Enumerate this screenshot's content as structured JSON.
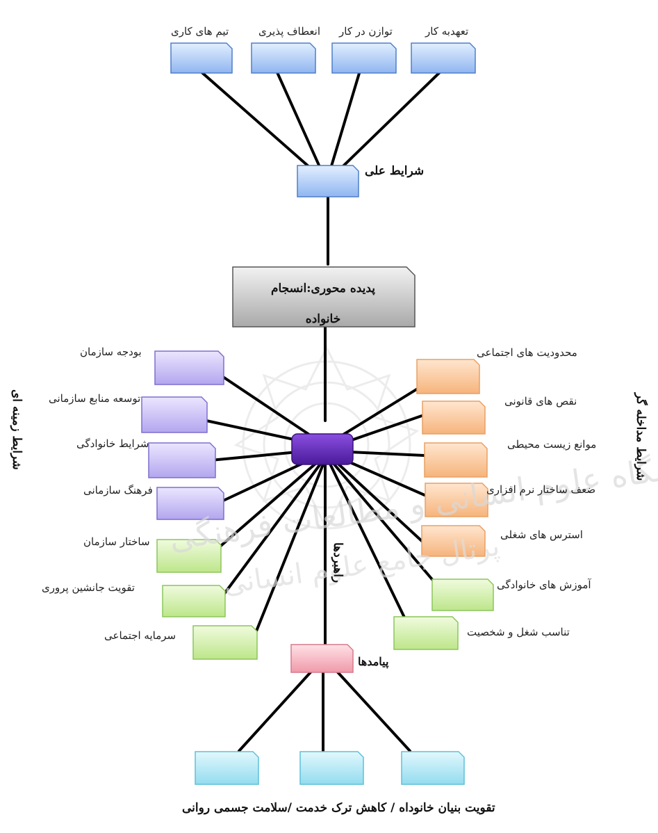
{
  "causal": {
    "title": "شرایط علی",
    "items": [
      "تعهدبه کار",
      "توازن در کار",
      "انعطاف پذیری",
      "تیم های کاری"
    ]
  },
  "core": {
    "line1": "پدیده محوری:انسجام",
    "line2": "خانواده"
  },
  "contextual": {
    "title": "شرایط زمینه ای",
    "items": [
      "بودجه سازمان",
      "توسعه منابع سازمانی",
      "شرایط خانوادگی",
      "فرهنگ سازمانی"
    ]
  },
  "intervening": {
    "title": "شرایط مداخله گر",
    "items": [
      "محدودیت های اجتماعی",
      "نقص های قانونی",
      "موانع زیست محیطی",
      "ضعف ساختار نرم افزاری",
      "استرس های شغلی"
    ]
  },
  "strategies": {
    "title": "راهبردها",
    "items": [
      "ساختار سازمان",
      "تقویت جانشین پروری",
      "سرمایه اجتماعی",
      "آموزش های خانوادگی",
      "تناسب شغل و شخصیت"
    ]
  },
  "outcomes": {
    "title": "پیامدها",
    "footer": "تقویت بنیان خانوداه / کاهش ترک خدمت /سلامت جسمی روانی"
  },
  "watermark": {
    "line1": "پژوهشگاه علوم انسانی و مطالعات فرهنگی",
    "line2": "پرتال جامع علوم انسانی"
  },
  "colors": {
    "blue": "#a9c8f5",
    "gray": "#cfcfcf",
    "purple": "#c6bdf0",
    "hub": "#6a2fc2",
    "orange": "#f9c89c",
    "green": "#cdeea0",
    "pink": "#f6b9c4",
    "cyan": "#aee6f2"
  }
}
